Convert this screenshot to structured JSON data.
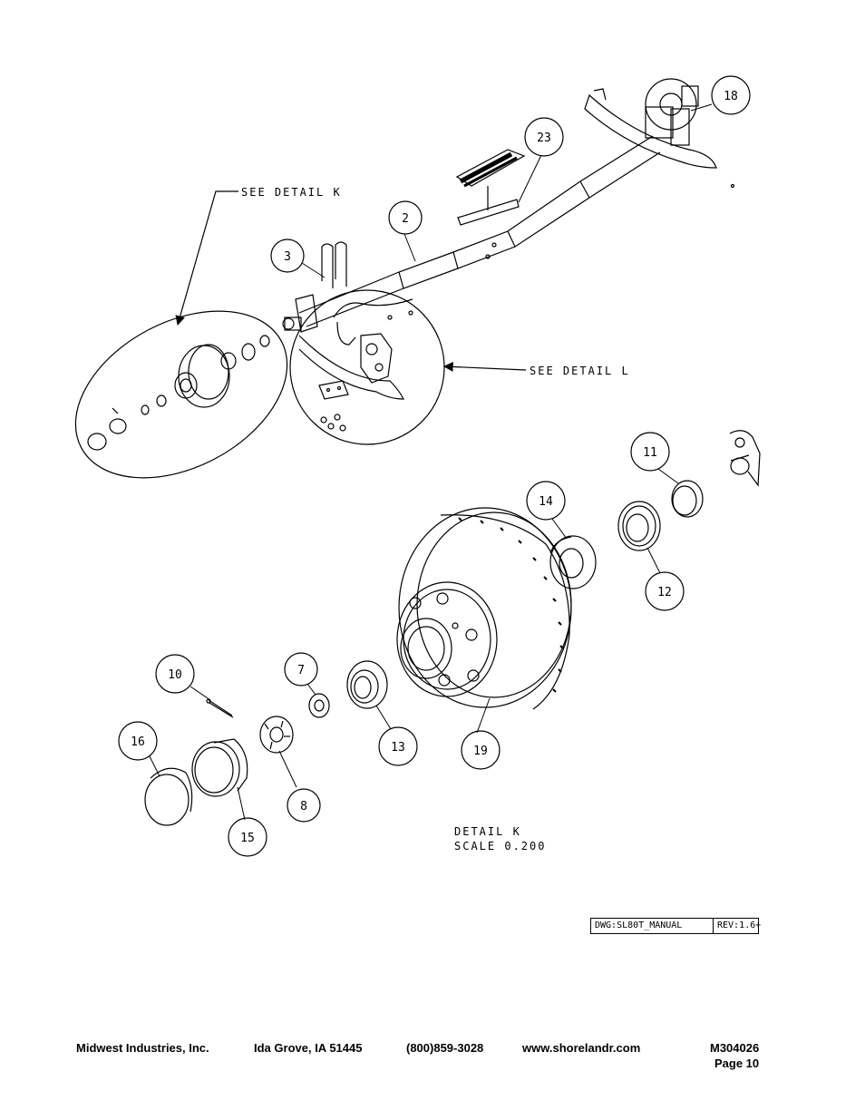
{
  "callouts": [
    {
      "id": "c18",
      "label": "18"
    },
    {
      "id": "c23",
      "label": "23"
    },
    {
      "id": "c2",
      "label": "2"
    },
    {
      "id": "c3",
      "label": "3"
    },
    {
      "id": "c11",
      "label": "11"
    },
    {
      "id": "c14",
      "label": "14"
    },
    {
      "id": "c12",
      "label": "12"
    },
    {
      "id": "c10",
      "label": "10"
    },
    {
      "id": "c7",
      "label": "7"
    },
    {
      "id": "c13",
      "label": "13"
    },
    {
      "id": "c19",
      "label": "19"
    },
    {
      "id": "c16",
      "label": "16"
    },
    {
      "id": "c8",
      "label": "8"
    },
    {
      "id": "c15",
      "label": "15"
    }
  ],
  "labels": {
    "see_detail_k": "SEE DETAIL  K",
    "see_detail_l": "SEE DETAIL  L",
    "detail_k": "DETAIL  K",
    "scale": "SCALE  0.200"
  },
  "titleblock": {
    "dwg": "DWG:SL80T_MANUAL",
    "rev": "REV:1.6+"
  },
  "footer": {
    "company": "Midwest Industries, Inc.",
    "city": "Ida Grove, IA  51445",
    "phone": "(800)859-3028",
    "website": "www.shorelandr.com",
    "doc_number": "M304026",
    "page": "Page 10"
  }
}
